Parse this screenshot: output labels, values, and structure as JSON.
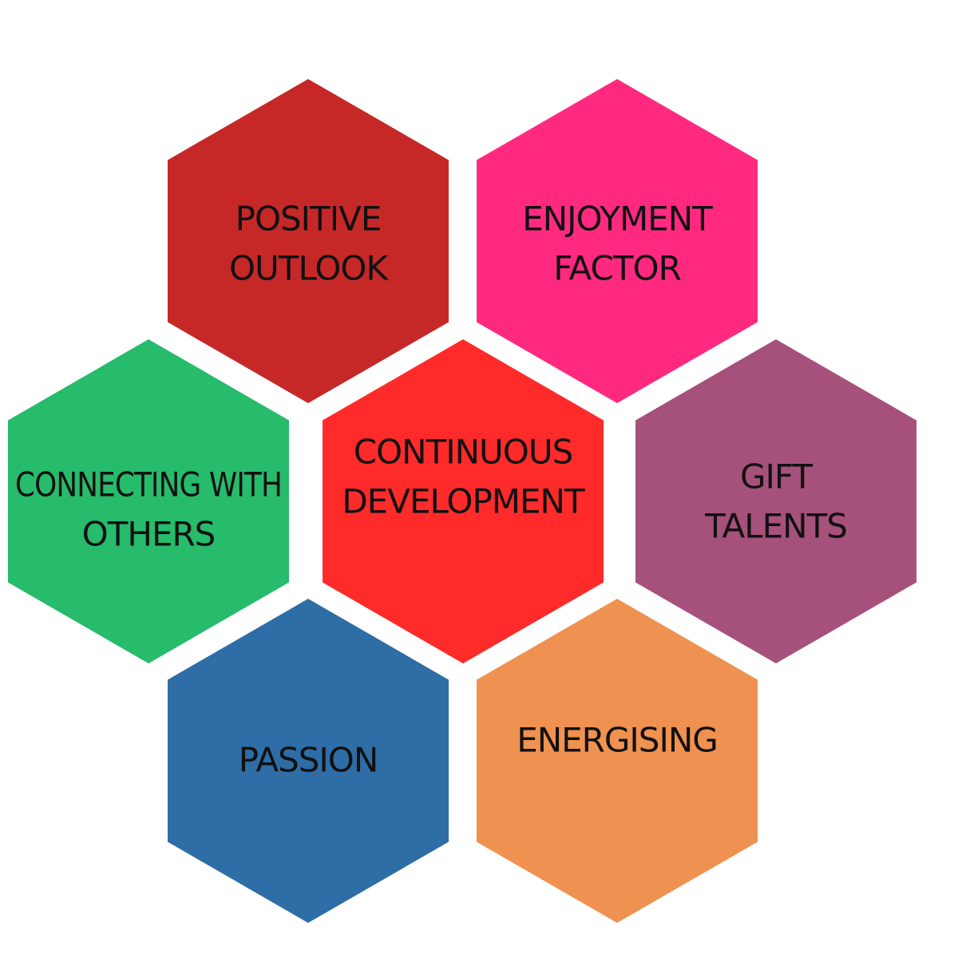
{
  "hexagons": [
    {
      "id": "positive-outlook",
      "lines": [
        "POSITIVE",
        "OUTLOOK"
      ],
      "color": "#c62828"
    },
    {
      "id": "enjoyment-factor",
      "lines": [
        "ENJOYMENT",
        "FACTOR"
      ],
      "color": "#ff2a80"
    },
    {
      "id": "connecting-with-others",
      "lines": [
        "CONNECTING WITH",
        "OTHERS"
      ],
      "color": "#27bb6c"
    },
    {
      "id": "continuous-development",
      "lines": [
        "CONTINUOUS",
        "DEVELOPMENT"
      ],
      "color": "#ff2a2a"
    },
    {
      "id": "gift-talents",
      "lines": [
        "GIFT",
        "TALENTS"
      ],
      "color": "#a6517b"
    },
    {
      "id": "passion",
      "lines": [
        "PASSION"
      ],
      "color": "#2e6da5"
    },
    {
      "id": "energising",
      "lines": [
        "ENERGISING"
      ],
      "color": "#ef9150"
    }
  ]
}
